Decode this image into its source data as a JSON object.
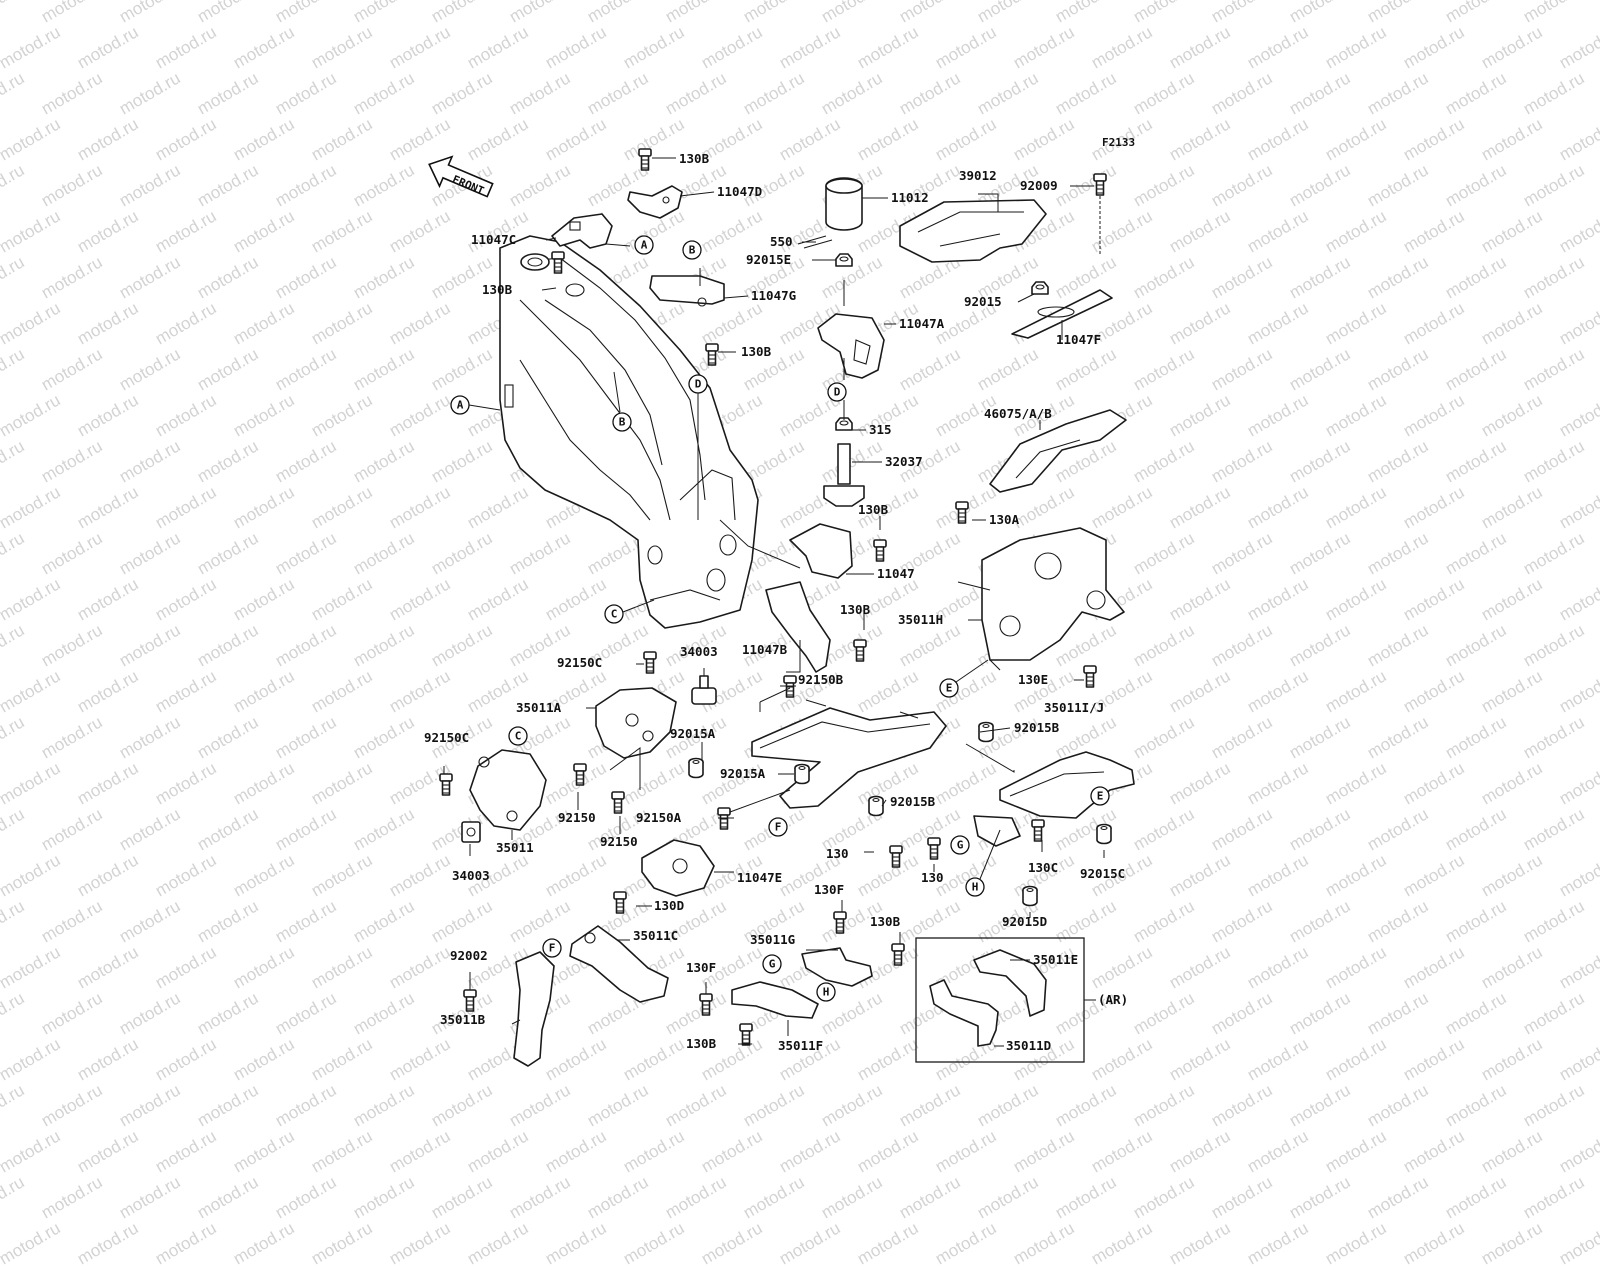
{
  "ref_code": "F2133",
  "front_arrow_label": "FRONT",
  "watermark_text": "motod.ru",
  "callouts": [
    {
      "id": "11047D",
      "text": "11047D"
    },
    {
      "id": "130B_a",
      "text": "130B"
    },
    {
      "id": "11047C",
      "text": "11047C"
    },
    {
      "id": "130B_b",
      "text": "130B"
    },
    {
      "id": "11047G",
      "text": "11047G"
    },
    {
      "id": "130B_c",
      "text": "130B"
    },
    {
      "id": "11012",
      "text": "11012"
    },
    {
      "id": "550",
      "text": "550"
    },
    {
      "id": "92015E",
      "text": "92015E"
    },
    {
      "id": "11047A",
      "text": "11047A"
    },
    {
      "id": "315",
      "text": "315"
    },
    {
      "id": "32037",
      "text": "32037"
    },
    {
      "id": "39012",
      "text": "39012"
    },
    {
      "id": "92009",
      "text": "92009"
    },
    {
      "id": "92015",
      "text": "92015"
    },
    {
      "id": "11047F",
      "text": "11047F"
    },
    {
      "id": "46075AB",
      "text": "46075/A/B"
    },
    {
      "id": "130A",
      "text": "130A"
    },
    {
      "id": "130B_d",
      "text": "130B"
    },
    {
      "id": "11047",
      "text": "11047"
    },
    {
      "id": "130B_e",
      "text": "130B"
    },
    {
      "id": "11047B",
      "text": "11047B"
    },
    {
      "id": "35011H",
      "text": "35011H"
    },
    {
      "id": "130E",
      "text": "130E"
    },
    {
      "id": "92150C_a",
      "text": "92150C"
    },
    {
      "id": "34003_a",
      "text": "34003"
    },
    {
      "id": "92150B",
      "text": "92150B"
    },
    {
      "id": "35011A",
      "text": "35011A"
    },
    {
      "id": "92015A_a",
      "text": "92015A"
    },
    {
      "id": "92015A_b",
      "text": "92015A"
    },
    {
      "id": "35011IJ",
      "text": "35011I/J"
    },
    {
      "id": "92015B_a",
      "text": "92015B"
    },
    {
      "id": "92150C_b",
      "text": "92150C"
    },
    {
      "id": "92150_a",
      "text": "92150"
    },
    {
      "id": "35011",
      "text": "35011"
    },
    {
      "id": "92150_b",
      "text": "92150"
    },
    {
      "id": "92150A",
      "text": "92150A"
    },
    {
      "id": "92015B_b",
      "text": "92015B"
    },
    {
      "id": "34003_b",
      "text": "34003"
    },
    {
      "id": "11047E",
      "text": "11047E"
    },
    {
      "id": "130_a",
      "text": "130"
    },
    {
      "id": "130_b",
      "text": "130"
    },
    {
      "id": "130C",
      "text": "130C"
    },
    {
      "id": "92015C",
      "text": "92015C"
    },
    {
      "id": "92015D",
      "text": "92015D"
    },
    {
      "id": "130D",
      "text": "130D"
    },
    {
      "id": "130F_a",
      "text": "130F"
    },
    {
      "id": "130B_f",
      "text": "130B"
    },
    {
      "id": "35011G",
      "text": "35011G"
    },
    {
      "id": "35011C",
      "text": "35011C"
    },
    {
      "id": "92002",
      "text": "92002"
    },
    {
      "id": "35011B",
      "text": "35011B"
    },
    {
      "id": "130F_b",
      "text": "130F"
    },
    {
      "id": "130B_g",
      "text": "130B"
    },
    {
      "id": "35011F",
      "text": "35011F"
    },
    {
      "id": "35011E",
      "text": "35011E"
    },
    {
      "id": "35011D",
      "text": "35011D"
    },
    {
      "id": "AR",
      "text": "(AR)"
    }
  ],
  "connectors": [
    {
      "id": "A1",
      "text": "A"
    },
    {
      "id": "A2",
      "text": "A"
    },
    {
      "id": "B1",
      "text": "B"
    },
    {
      "id": "B2",
      "text": "B"
    },
    {
      "id": "C1",
      "text": "C"
    },
    {
      "id": "C2",
      "text": "C"
    },
    {
      "id": "D1",
      "text": "D"
    },
    {
      "id": "D2",
      "text": "D"
    },
    {
      "id": "E1",
      "text": "E"
    },
    {
      "id": "E2",
      "text": "E"
    },
    {
      "id": "F1",
      "text": "F"
    },
    {
      "id": "F2",
      "text": "F"
    },
    {
      "id": "G1",
      "text": "G"
    },
    {
      "id": "G2",
      "text": "G"
    },
    {
      "id": "H1",
      "text": "H"
    },
    {
      "id": "H2",
      "text": "H"
    }
  ]
}
